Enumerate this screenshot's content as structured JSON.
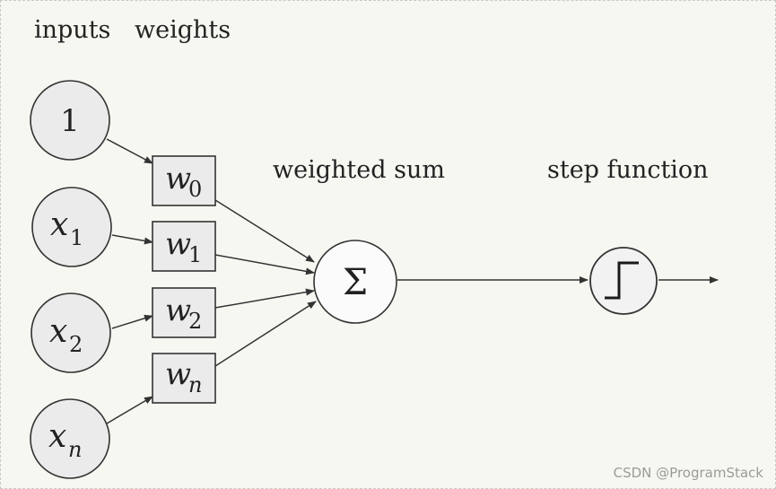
{
  "headers": {
    "inputs": "inputs",
    "weights": "weights",
    "weighted_sum": "weighted sum",
    "step_function": "step function"
  },
  "inputs": [
    {
      "base": "1",
      "sub": ""
    },
    {
      "base": "x",
      "sub": "1"
    },
    {
      "base": "x",
      "sub": "2"
    },
    {
      "base": "x",
      "sub": "n"
    }
  ],
  "weights": [
    {
      "base": "w",
      "sub": "0"
    },
    {
      "base": "w",
      "sub": "1"
    },
    {
      "base": "w",
      "sub": "2"
    },
    {
      "base": "w",
      "sub": "n"
    }
  ],
  "sum_symbol": "Σ",
  "watermark": "CSDN @ProgramStack"
}
